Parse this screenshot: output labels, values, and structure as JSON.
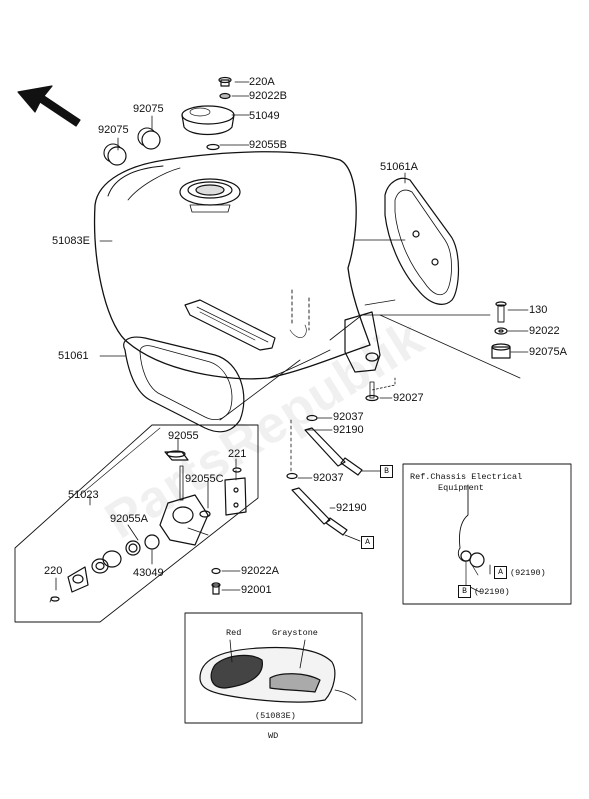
{
  "watermark": "PartsRepublik",
  "parts": {
    "p220A": "220A",
    "p92022B": "92022B",
    "p92075_top": "92075",
    "p92075_left": "92075",
    "p51049": "51049",
    "p92055B": "92055B",
    "p51061A": "51061A",
    "p51083E": "51083E",
    "p130": "130",
    "p92022": "92022",
    "p92075A": "92075A",
    "p51061": "51061",
    "p92027": "92027",
    "p92037_a": "92037",
    "p92190_a": "92190",
    "p92055": "92055",
    "p221": "221",
    "p92055C": "92055C",
    "p51023": "51023",
    "p92037_b": "92037",
    "p92190_b": "92190",
    "p92055A": "92055A",
    "p220": "220",
    "p43049": "43049",
    "p92022A": "92022A",
    "p92001": "92001"
  },
  "refs": {
    "box_a": "A",
    "box_b": "B",
    "chassis_title_1": "Ref.Chassis Electrical",
    "chassis_title_2": "Equipment",
    "chassis_a": "A",
    "chassis_a_part": "(92190)",
    "chassis_b": "B",
    "chassis_b_part": "(92190)"
  },
  "inset": {
    "red": "Red",
    "graystone": "Graystone",
    "part": "(51083E)",
    "code": "WD"
  }
}
